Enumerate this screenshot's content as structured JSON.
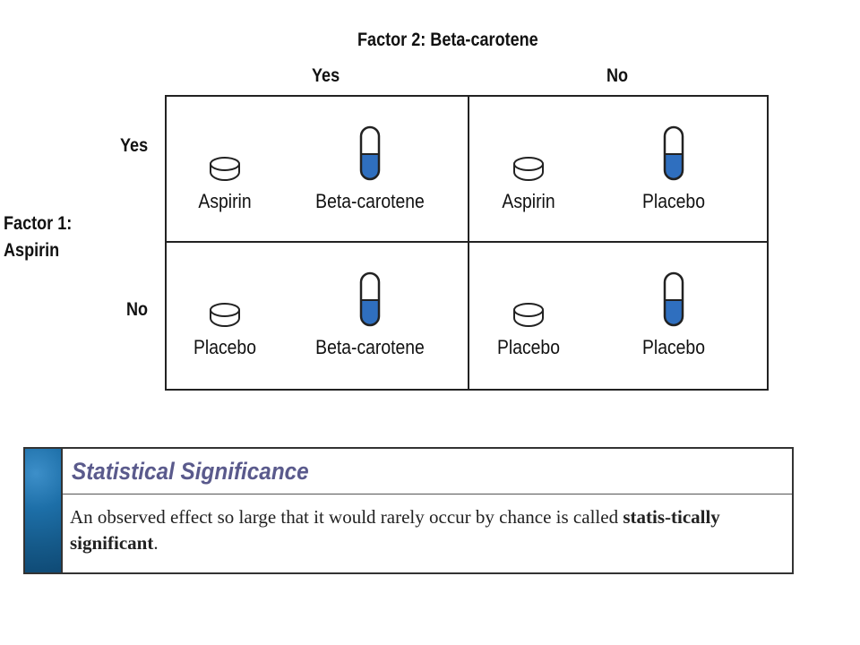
{
  "diagram": {
    "factor2_title": "Factor 2: Beta-carotene",
    "factor1_title_line1": "Factor 1:",
    "factor1_title_line2": "Aspirin",
    "columns": [
      "Yes",
      "No"
    ],
    "rows": [
      "Yes",
      "No"
    ],
    "cells": [
      {
        "tablet": "Aspirin",
        "capsule": "Beta-carotene"
      },
      {
        "tablet": "Aspirin",
        "capsule": "Placebo"
      },
      {
        "tablet": "Placebo",
        "capsule": "Beta-carotene"
      },
      {
        "tablet": "Placebo",
        "capsule": "Placebo"
      }
    ],
    "colors": {
      "capsule_fill": "#2f6fbf",
      "stroke": "#222222"
    },
    "icons": {
      "tablet": "pill-tablet-icon",
      "capsule": "capsule-icon"
    }
  },
  "definition": {
    "title": "Statistical Significance",
    "text_before": "An observed effect so large that it would rarely occur by chance is called ",
    "text_bold": "statis-tically significant",
    "text_after": ".",
    "title_color": "#5a5a8c",
    "stripe_color": "#1d6fa8"
  }
}
